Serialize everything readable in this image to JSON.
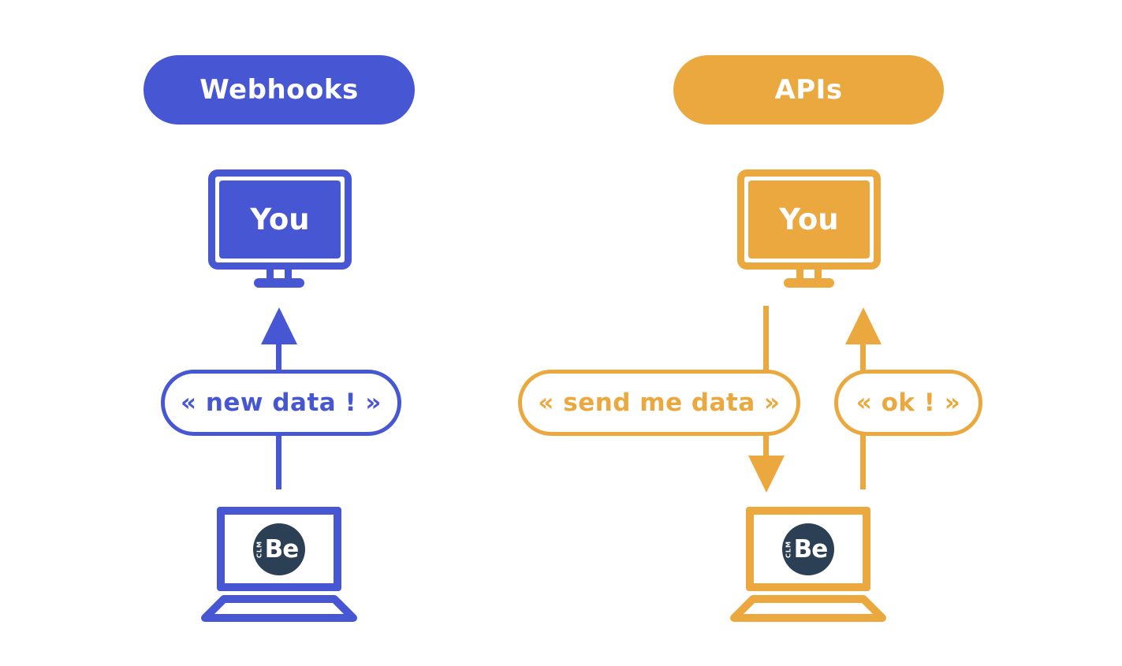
{
  "colors": {
    "blue": "#4757D4",
    "orange": "#EBA83E",
    "navy": "#2B3F55"
  },
  "webhooks": {
    "badge": "Webhooks",
    "monitor_label": "You",
    "message": "« new data ! »",
    "arrow_direction": "up",
    "laptop_logo": "Be",
    "laptop_logo_side": "CLM"
  },
  "apis": {
    "badge": "APIs",
    "monitor_label": "You",
    "request_message": "« send me data »",
    "request_arrow_direction": "down",
    "response_message": "« ok ! »",
    "response_arrow_direction": "up",
    "laptop_logo": "Be",
    "laptop_logo_side": "CLM"
  }
}
